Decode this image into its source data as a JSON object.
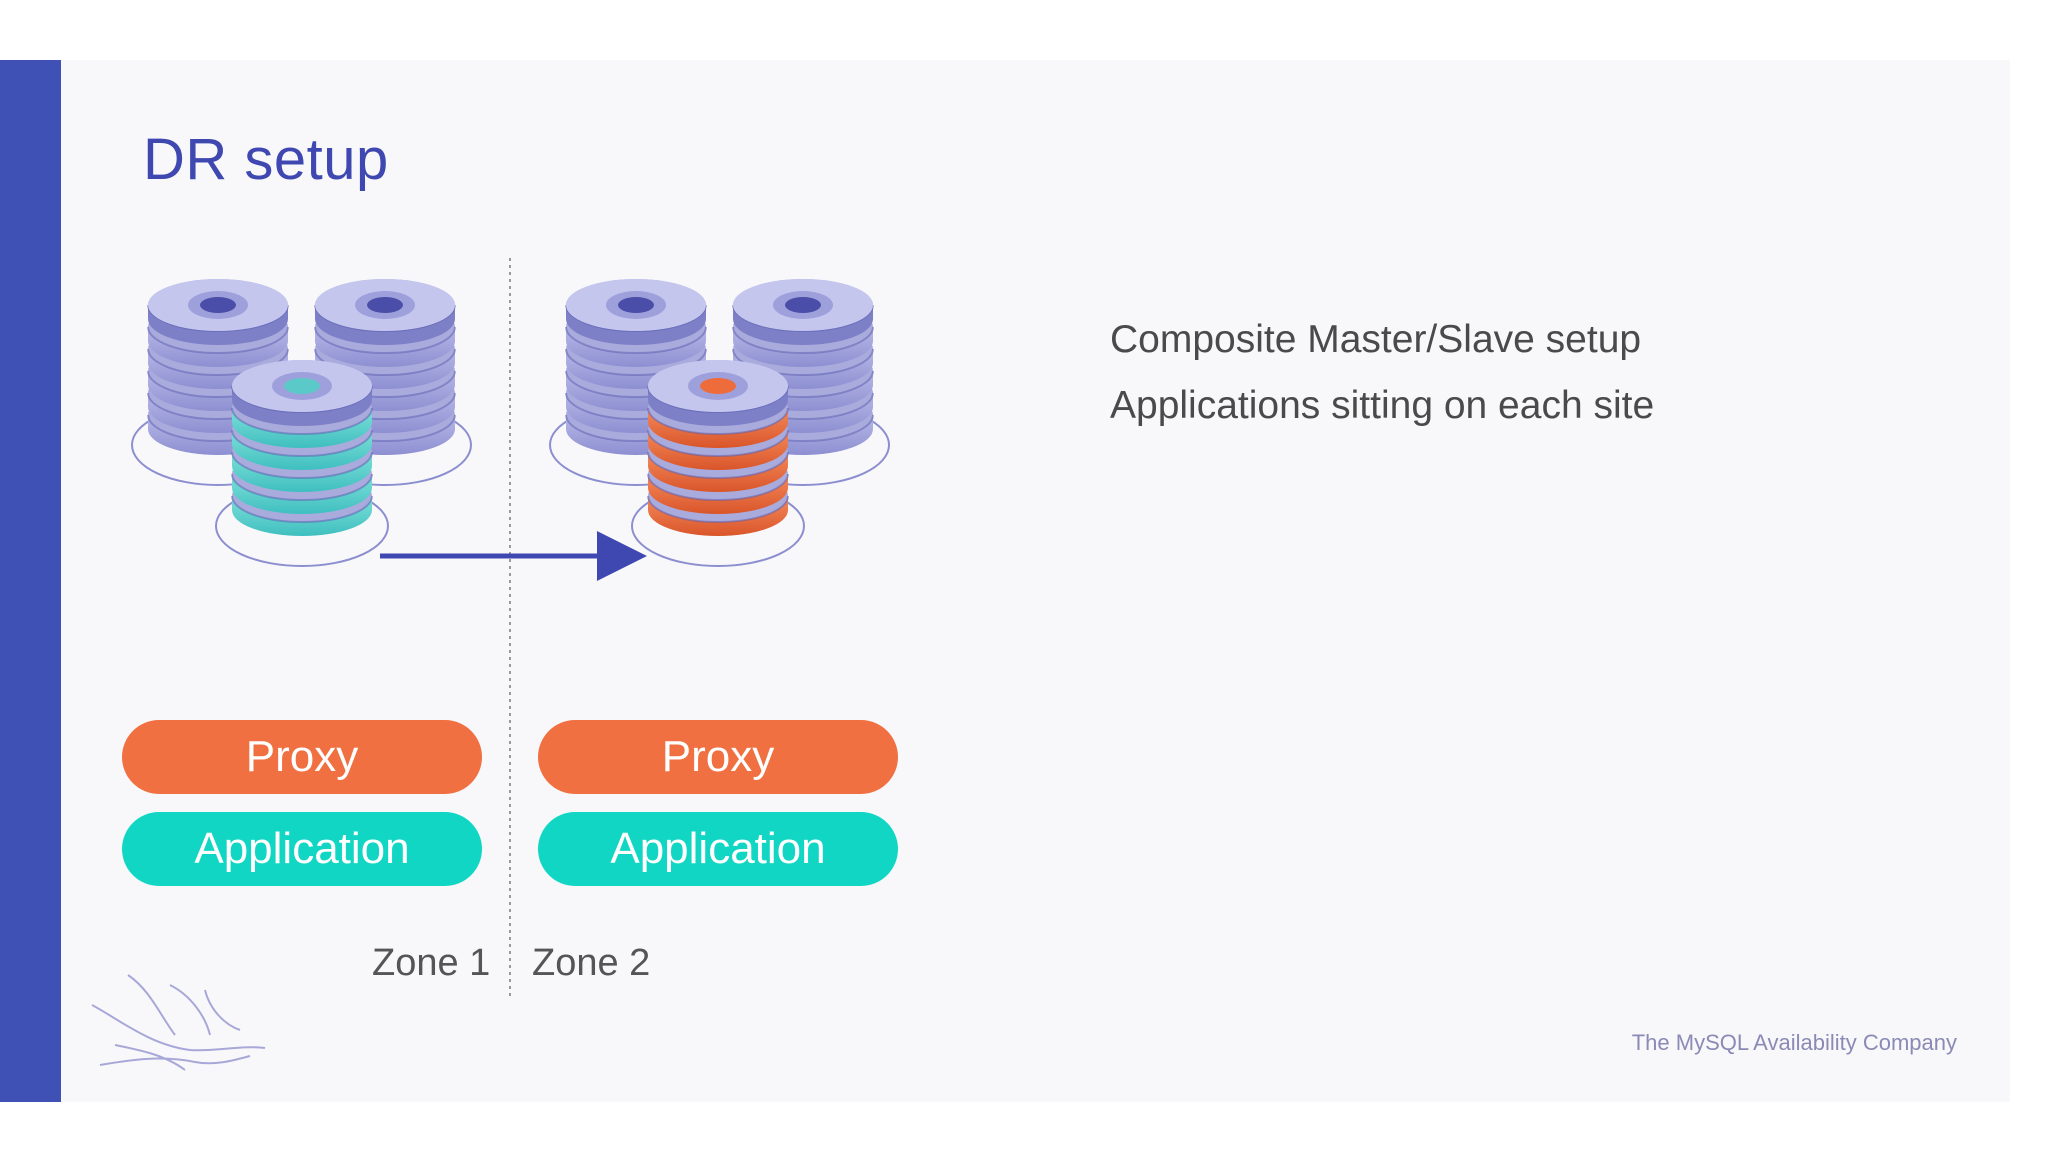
{
  "slide": {
    "title": "DR setup",
    "bullets": [
      "Composite Master/Slave setup",
      "Applications sitting on each site"
    ],
    "footer": "The MySQL Availability Company"
  },
  "zones": [
    {
      "label": "Zone 1",
      "proxy_label": "Proxy",
      "application_label": "Application",
      "active_db_color": "#5cc9c9"
    },
    {
      "label": "Zone 2",
      "proxy_label": "Proxy",
      "application_label": "Application",
      "active_db_color": "#ee6c3c"
    }
  ],
  "colors": {
    "accent": "#3f51b5",
    "proxy": "#f07042",
    "application": "#11d6c4",
    "replication_arrow": "#3f48b0"
  },
  "icons": [
    "database-stack-icon",
    "replication-arrow-icon",
    "logo-bird-icon"
  ]
}
